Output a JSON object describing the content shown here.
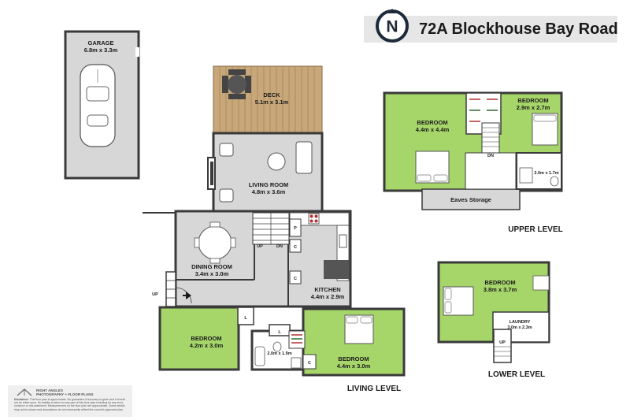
{
  "header": {
    "title": "72A Blockhouse Bay Road",
    "compass_letter": "N"
  },
  "colors": {
    "room_green": "#a6d66a",
    "room_grey": "#d7d7d7",
    "deck_wood": "#c8a87a",
    "wall": "#3a3a3a",
    "stair_red": "#b03030"
  },
  "levels": {
    "living": "LIVING LEVEL",
    "upper": "UPPER LEVEL",
    "lower": "LOWER LEVEL"
  },
  "rooms": {
    "garage": {
      "name": "GARAGE",
      "dim": "6.8m x 3.3m"
    },
    "deck": {
      "name": "DECK",
      "dim": "5.1m x 3.1m"
    },
    "living_room": {
      "name": "LIVING ROOM",
      "dim": "4.8m x 3.6m"
    },
    "dining_room": {
      "name": "DINING ROOM",
      "dim": "3.4m x 3.0m"
    },
    "kitchen": {
      "name": "KITCHEN",
      "dim": "4.4m x 2.9m"
    },
    "bedroom_living_left": {
      "name": "BEDROOM",
      "dim": "4.2m x 3.0m"
    },
    "bedroom_living_right": {
      "name": "BEDROOM",
      "dim": "4.4m x 3.0m"
    },
    "bath_living": {
      "dim": "2.0m x 1.9m"
    },
    "bedroom_upper_main": {
      "name": "BEDROOM",
      "dim": "4.4m x 4.4m"
    },
    "bedroom_upper_small": {
      "name": "BEDROOM",
      "dim": "2.9m x 2.7m"
    },
    "bath_upper": {
      "dim": "2.0m x 1.7m"
    },
    "eaves": {
      "name": "Eaves Storage"
    },
    "bedroom_lower": {
      "name": "BEDROOM",
      "dim": "3.8m x 3.7m"
    },
    "laundry": {
      "name": "LAUNDRY",
      "dim": "3.0m x 2.3m"
    }
  },
  "markers": {
    "up": "UP",
    "dn": "DN",
    "pantry": "P",
    "cupboard": "C",
    "linen": "L"
  },
  "disclaimer": {
    "brand_1": "RIGHT ANGLES",
    "brand_2": "PHOTOGRAPHY + FLOOR PLANS",
    "label": "Disclaimer:",
    "text": "This floor plan is approximate. No guarantee of accuracy is given and it should not be relied upon. No liability is taken for any part of this floor plan including for any error, omission or mis-statement. Measurements on the floor plan are approximate. Some details may not be shown and descriptions do not necessarily reflect the council's approved plan."
  }
}
